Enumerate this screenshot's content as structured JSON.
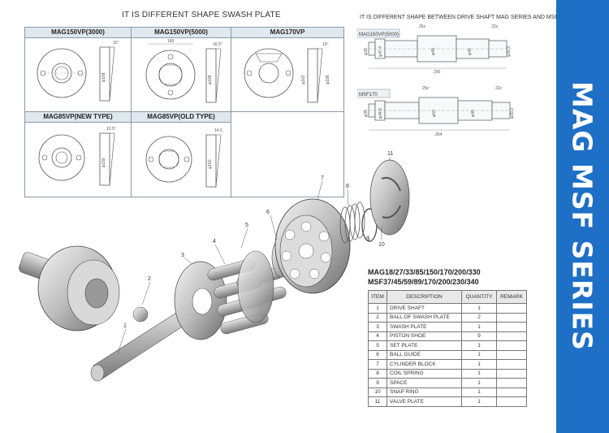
{
  "swash": {
    "title": "IT IS DIFFERENT SHAPE SWASH PLATE",
    "cells": [
      {
        "head": "MAG150VP(3000)",
        "angle": "15°",
        "dia": "φ168"
      },
      {
        "head": "MAG150VP(5000)",
        "angle": "16.5°",
        "top_dim": "160",
        "dia": "φ168"
      },
      {
        "head": "MAG170VP",
        "angle": "15°",
        "dia": "φ162",
        "dia2": "φ188"
      },
      {
        "head": "MAG85VP(NEW TYPE)",
        "angle": "13.5°",
        "dia": "φ150"
      },
      {
        "head": "MAG85VP(OLD TYPE)",
        "angle": "14.5",
        "dia": "φ150"
      }
    ]
  },
  "shaft": {
    "title": "IT IS DIFFERENT SHAPE BETWEEN DRIVE SHAFT MAG SERIES AND MSF SERIES",
    "mag": {
      "label": "MAG150VP(5000)",
      "spline_left": "26z",
      "spline_right": "22z",
      "d1": "φ30",
      "d2": "φ47.4",
      "d3": "φ49",
      "d4": "φ40",
      "d5": "φ39.3",
      "length": "250"
    },
    "msf": {
      "label": "MSF170",
      "spline_left": "25z",
      "spline_right": "22z",
      "d1": "φ35",
      "d2": "φ44.5",
      "d3": "φ53",
      "d4": "φ45",
      "d5": "φ39.3",
      "length": "264"
    }
  },
  "callouts": [
    "1",
    "2",
    "3",
    "4",
    "5",
    "6",
    "7",
    "8",
    "9",
    "10",
    "11"
  ],
  "models": {
    "line1": "MAG18/27/33/85/150/170/200/330",
    "line2": "MSF37/45/59/89/170/200/230/340"
  },
  "parts_table": {
    "headers": [
      "ITEM",
      "DESCRIPTION",
      "QUANTITY",
      "REMARK"
    ],
    "rows": [
      [
        "1",
        "DRIVE SHAFT",
        "1",
        ""
      ],
      [
        "2",
        "BALL OF SWASH PLATE",
        "2",
        ""
      ],
      [
        "3",
        "SWASH PLATE",
        "1",
        ""
      ],
      [
        "4",
        "PISTON SHOE",
        "9",
        ""
      ],
      [
        "5",
        "SET PLATE",
        "1",
        ""
      ],
      [
        "6",
        "BALL GUIDE",
        "1",
        ""
      ],
      [
        "7",
        "CYLINDER BLOCK",
        "1",
        ""
      ],
      [
        "8",
        "COIL SPRING",
        "1",
        ""
      ],
      [
        "9",
        "SPACE",
        "1",
        ""
      ],
      [
        "10",
        "SNAP RING",
        "1",
        ""
      ],
      [
        "11",
        "VALVE PLATE",
        "1",
        ""
      ]
    ]
  },
  "banner": {
    "text": "MAG MSF SERIES",
    "color": "#1e6fc6"
  }
}
